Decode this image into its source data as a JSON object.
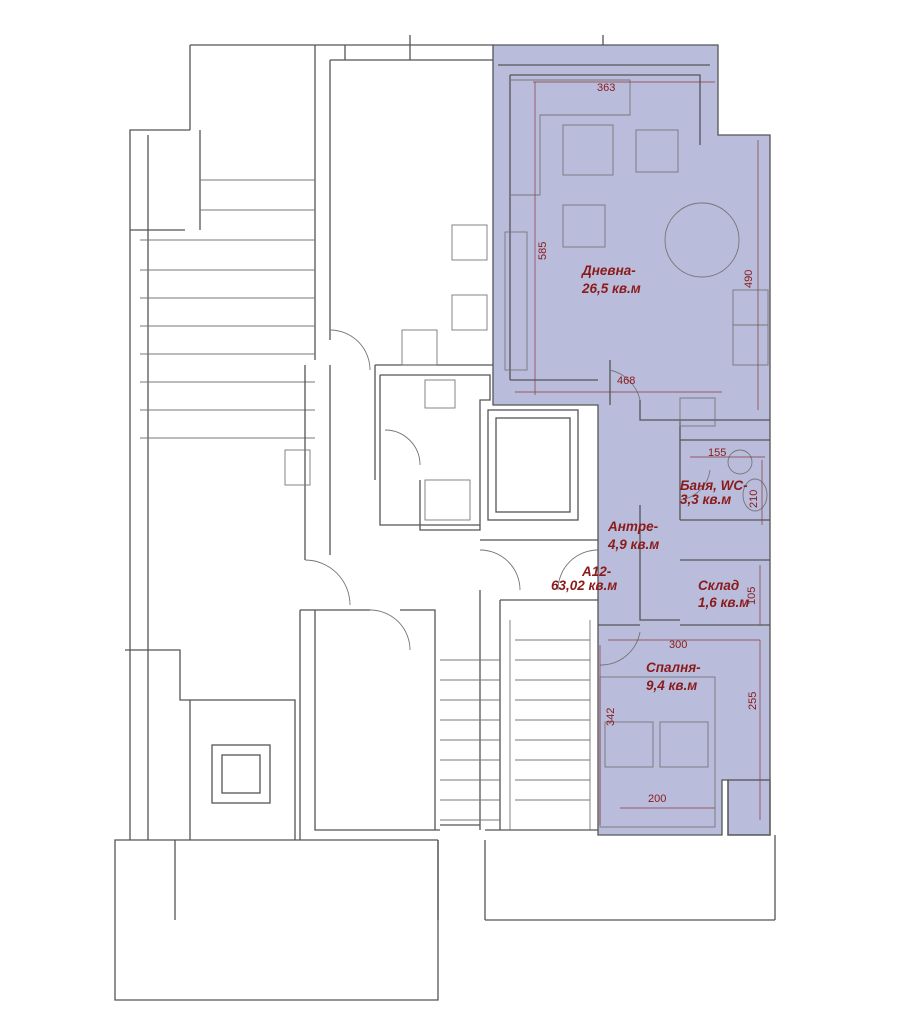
{
  "plan": {
    "apartment": {
      "name": "А12-",
      "area": "63,02 кв.м",
      "highlight_color": "#b9bcdb"
    },
    "rooms": [
      {
        "name": "Дневна-",
        "area": "26,5 кв.м"
      },
      {
        "name": "Баня, WC-",
        "area": "3,3 кв.м"
      },
      {
        "name": "Антре-",
        "area": "4,9 кв.м"
      },
      {
        "name": "Склад",
        "area": "1,6 кв.м"
      },
      {
        "name": "Спалня-",
        "area": "9,4 кв.м"
      }
    ],
    "dimensions": [
      "363",
      "585",
      "468",
      "490",
      "155",
      "210",
      "105",
      "300",
      "255",
      "342",
      "200"
    ],
    "label_color": "#8b1a1a"
  }
}
